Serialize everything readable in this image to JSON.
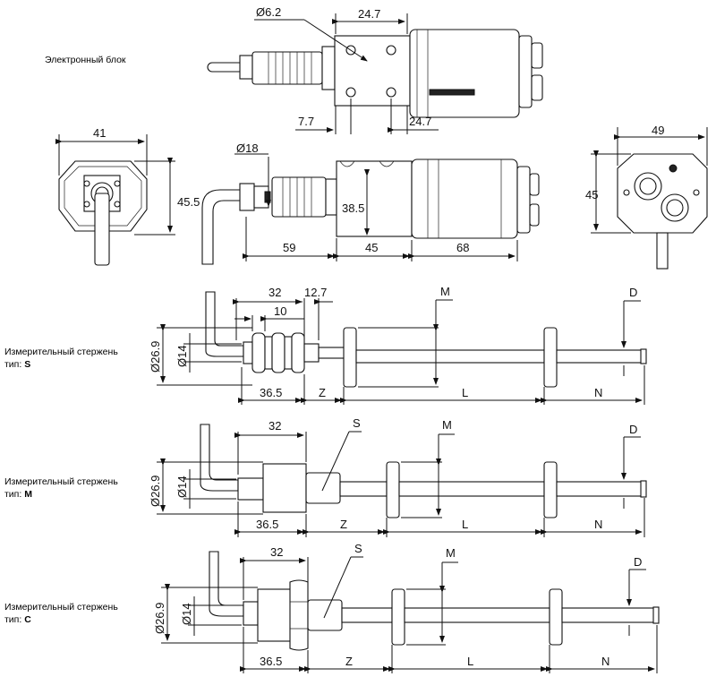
{
  "labels": {
    "electronic_unit": "Электронный блок",
    "rod_prefix": "Измерительный стержень",
    "type_prefix": "тип:",
    "type_s": "S",
    "type_m": "M",
    "type_c": "C"
  },
  "electronic_unit_dims": {
    "hole_diameter": "Ø6.2",
    "top_width": "24.7",
    "bottom_offset": "7.7",
    "bottom_width": "24.7",
    "front_width": "41",
    "front_height": "45.5",
    "cable_diameter": "Ø18",
    "side_height": "38.5",
    "len_a": "59",
    "len_b": "45",
    "len_c": "68",
    "rear_width": "49",
    "rear_height": "45"
  },
  "rod_s_dims": {
    "d1": "Ø26.9",
    "d2": "Ø14",
    "w32": "32",
    "w12": "12.7",
    "w10": "10",
    "w36": "36.5",
    "z": "Z",
    "l": "L",
    "n": "N",
    "m": "M",
    "d": "D"
  },
  "rod_m_dims": {
    "d1": "Ø26.9",
    "d2": "Ø14",
    "w32": "32",
    "w36": "36.5",
    "z": "Z",
    "l": "L",
    "n": "N",
    "m": "M",
    "d": "D",
    "s": "S"
  },
  "rod_c_dims": {
    "d1": "Ø26.9",
    "d2": "Ø14",
    "w32": "32",
    "w36": "36.5",
    "z": "Z",
    "l": "L",
    "n": "N",
    "m": "M",
    "d": "D",
    "s": "S"
  }
}
